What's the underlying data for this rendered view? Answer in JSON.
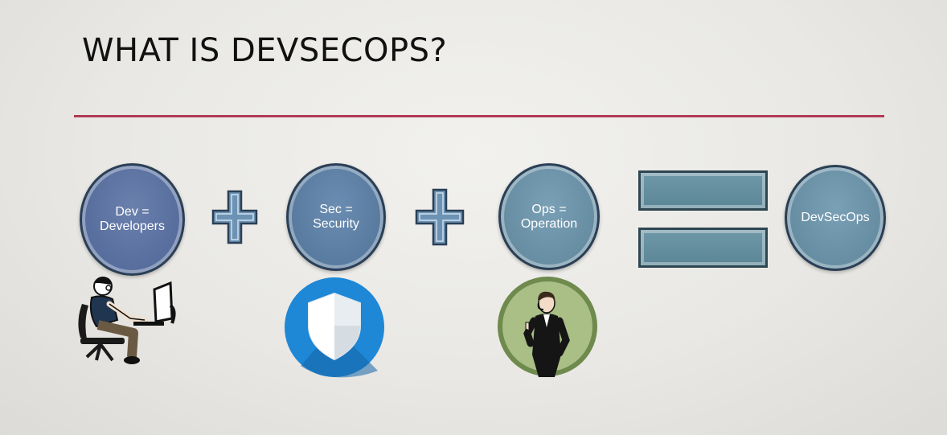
{
  "slide": {
    "title": "WHAT IS DEVSECOPS?"
  },
  "equation": {
    "terms": [
      {
        "label": "Dev =\nDevelopers"
      },
      {
        "label": "Sec =\nSecurity"
      },
      {
        "label": "Ops =\nOperation"
      }
    ],
    "operators": [
      "plus-icon",
      "plus-icon",
      "equals-icon"
    ],
    "result": {
      "label": "DevSecOps"
    }
  },
  "illustrations": [
    {
      "icon": "developer-at-computer-icon"
    },
    {
      "icon": "security-shield-icon"
    },
    {
      "icon": "operator-with-headset-icon"
    }
  ],
  "colors": {
    "title_rule": "#b13a55",
    "dev_circle": "#5a6fa0",
    "sec_circle": "#5a7ea3",
    "ops_circle": "#6b93a8",
    "shield_blue": "#1e87d6",
    "ops_badge_green": "#a9bf86"
  }
}
